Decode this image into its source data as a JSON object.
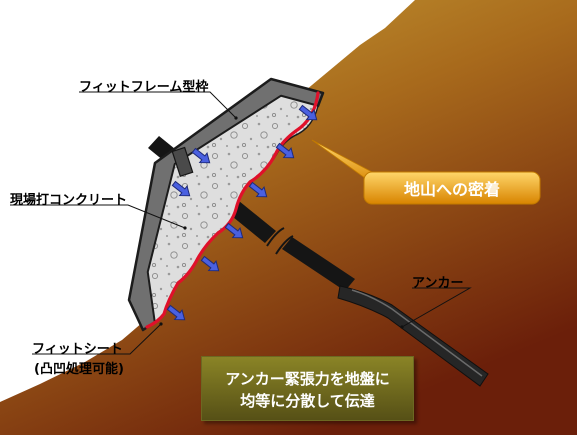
{
  "labels": {
    "frame": "フィットフレーム型枠",
    "concrete": "現場打コンクリート",
    "sheet": "フィットシート",
    "sheet_note": "(凸凹処理可能)",
    "anchor": "アンカー",
    "adhesion": "地山への密着"
  },
  "tension_box": {
    "line1": "アンカー緊張力を地盤に",
    "line2": "均等に分散して伝達"
  },
  "colors": {
    "ground_top": "#c9a53a",
    "ground_bottom": "#6b1f0a",
    "sky": "#ffffff",
    "frame": "#6e6e6e",
    "concrete": "#d9d9d9",
    "fit_sheet": "#e0102a",
    "force_arrow": "#4a60e0",
    "callout_top": "#ffc84a",
    "callout_bottom": "#d98a00",
    "tension_box": "#7a7420"
  },
  "icons": [
    "force-arrow-icon",
    "pipe-break-icon"
  ]
}
